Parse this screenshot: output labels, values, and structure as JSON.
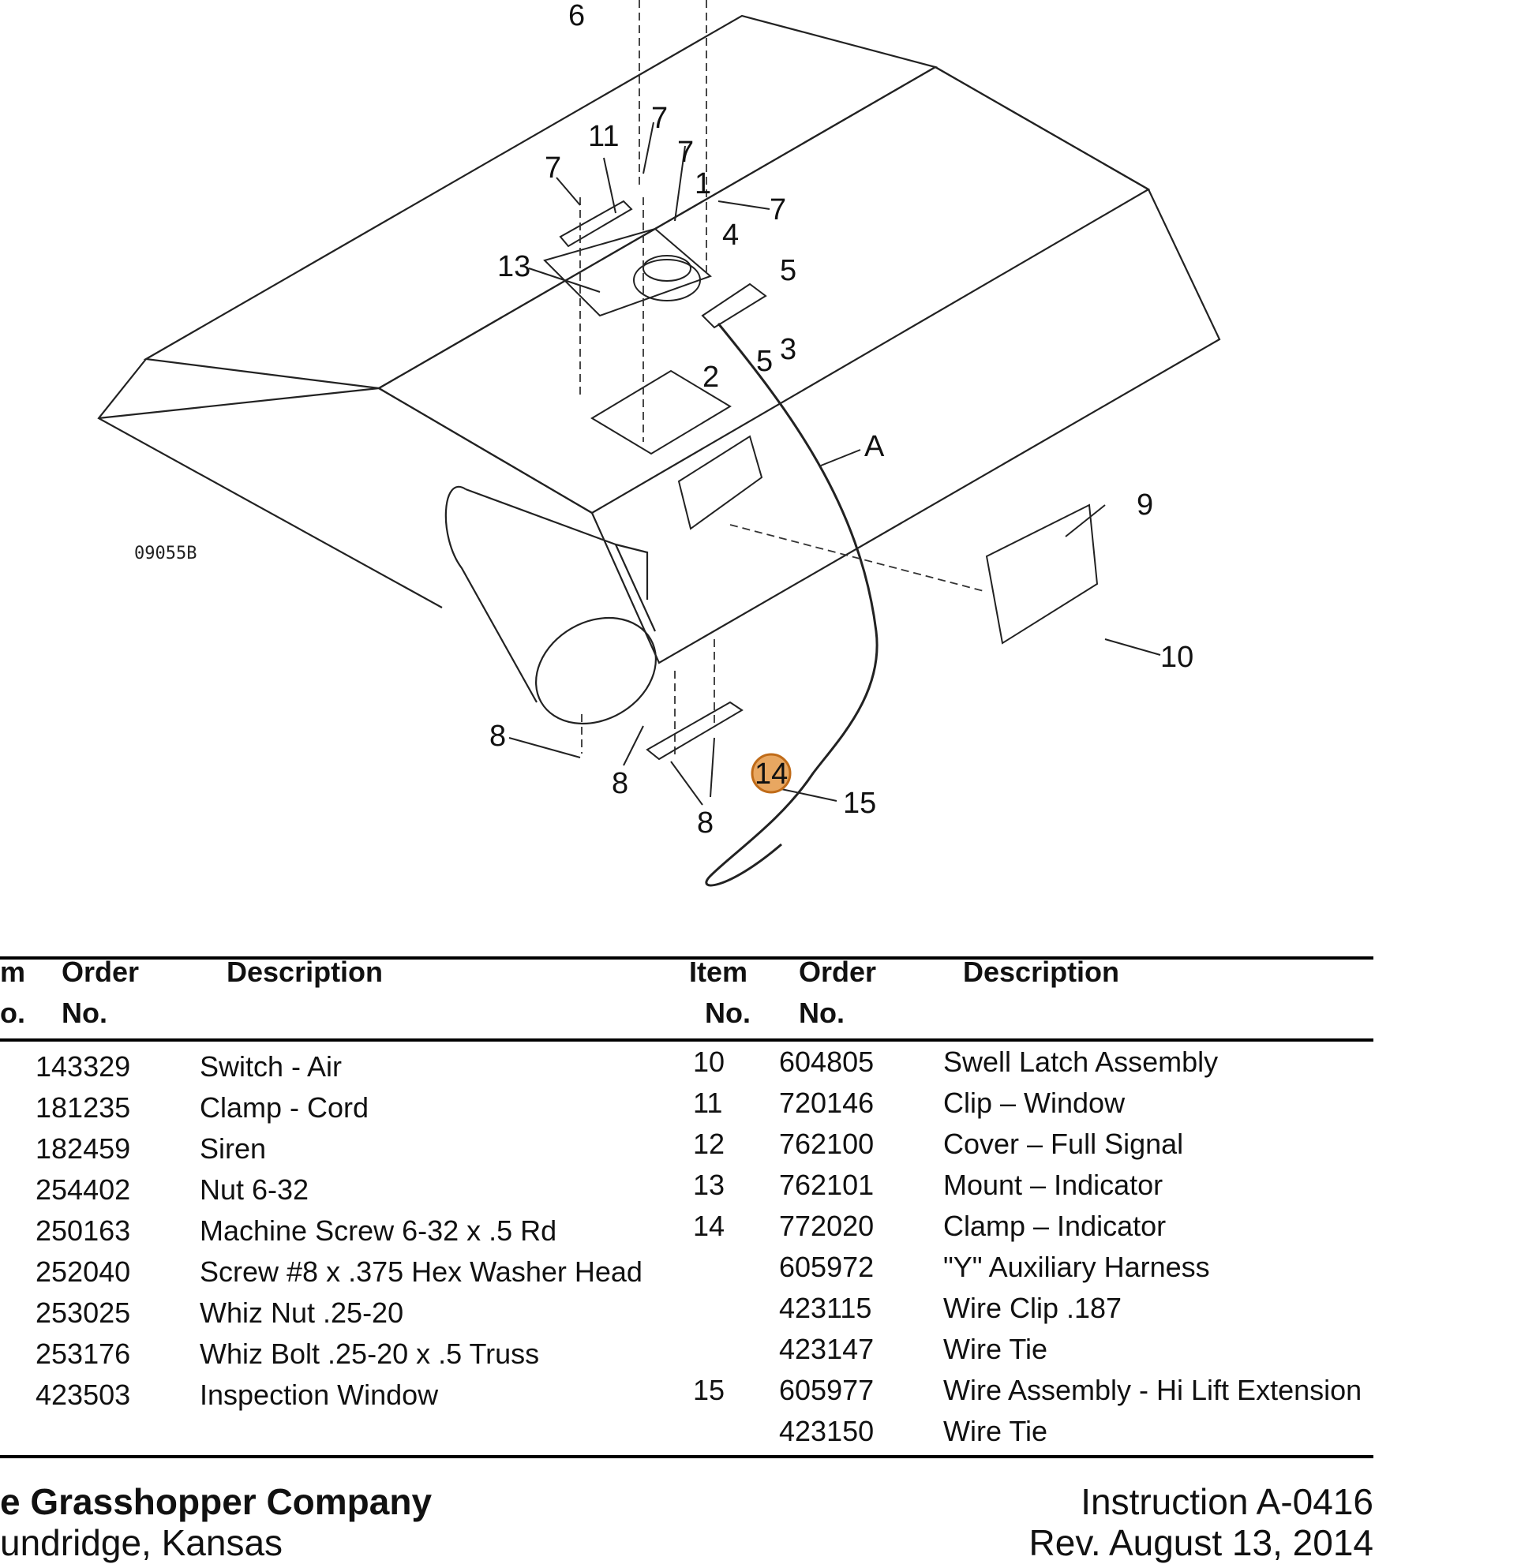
{
  "diagram": {
    "drawing_code": "09055B",
    "callouts": [
      "1",
      "2",
      "3",
      "4",
      "5",
      "5",
      "6",
      "7",
      "7",
      "7",
      "7",
      "8",
      "8",
      "8",
      "9",
      "10",
      "11",
      "13",
      "14",
      "15",
      "A"
    ],
    "highlight_color": "#e08a2c"
  },
  "table": {
    "left_headers": {
      "item": "m",
      "item2": "o.",
      "order": "Order",
      "order2": "No.",
      "description": "Description"
    },
    "right_headers": {
      "item": "Item",
      "item2": "No.",
      "order": "Order",
      "order2": "No.",
      "description": "Description"
    },
    "left_rows": [
      {
        "order": "143329",
        "description": "Switch - Air"
      },
      {
        "order": "181235",
        "description": "Clamp - Cord"
      },
      {
        "order": "182459",
        "description": "Siren"
      },
      {
        "order": "254402",
        "description": "Nut 6-32"
      },
      {
        "order": "250163",
        "description": "Machine Screw 6-32 x .5 Rd"
      },
      {
        "order": "252040",
        "description": "Screw #8 x .375 Hex Washer Head"
      },
      {
        "order": "253025",
        "description": "Whiz Nut .25-20"
      },
      {
        "order": "253176",
        "description": "Whiz Bolt .25-20 x .5 Truss"
      },
      {
        "order": "423503",
        "description": "Inspection Window"
      }
    ],
    "right_rows": [
      {
        "item": "10",
        "order": "604805",
        "description": "Swell Latch Assembly"
      },
      {
        "item": "11",
        "order": "720146",
        "description": "Clip – Window"
      },
      {
        "item": "12",
        "order": "762100",
        "description": "Cover – Full Signal"
      },
      {
        "item": "13",
        "order": "762101",
        "description": "Mount – Indicator"
      },
      {
        "item": "14",
        "order": "772020",
        "description": "Clamp – Indicator"
      },
      {
        "item": "",
        "order": "605972",
        "description": "\"Y\" Auxiliary Harness"
      },
      {
        "item": "",
        "order": "423115",
        "description": "Wire Clip .187"
      },
      {
        "item": "",
        "order": "423147",
        "description": "Wire Tie"
      },
      {
        "item": "15",
        "order": "605977",
        "description": "Wire Assembly - Hi Lift Extension"
      },
      {
        "item": "",
        "order": "423150",
        "description": "Wire Tie"
      }
    ]
  },
  "footer": {
    "company": "e Grasshopper Company",
    "location": "undridge, Kansas",
    "instruction": "Instruction A-0416",
    "revision": "Rev. August 13, 2014"
  }
}
